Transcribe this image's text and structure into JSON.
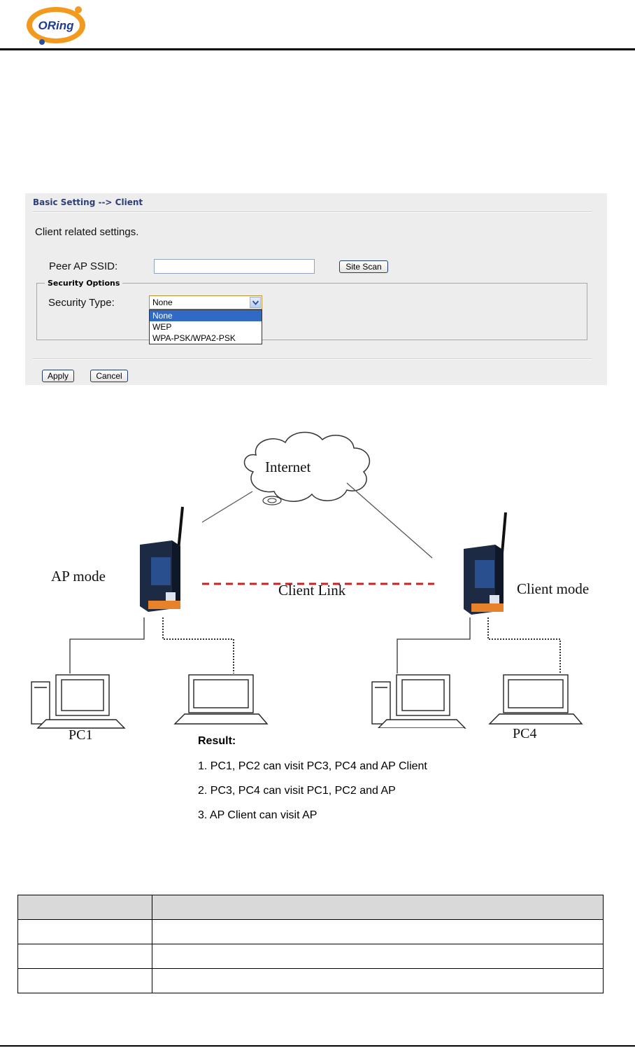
{
  "brand": {
    "logo_text": "ORing"
  },
  "panel": {
    "breadcrumb": "Basic Setting --> Client",
    "description": "Client related settings.",
    "ssid_label": "Peer AP SSID:",
    "ssid_value": "",
    "site_scan_label": "Site Scan",
    "security_legend": "Security Options",
    "security_type_label": "Security Type:",
    "security_selected": "None",
    "security_options": [
      "None",
      "WEP",
      "WPA-PSK/WPA2-PSK"
    ],
    "apply_label": "Apply",
    "cancel_label": "Cancel"
  },
  "diagram": {
    "internet_label": "Internet",
    "ap_mode_label": "AP mode",
    "client_link_label": "Client Link",
    "client_mode_label": "Client mode",
    "pc1_label": "PC1",
    "pc4_label": "PC4",
    "line_color": "#888888",
    "link_color": "#cc2222"
  },
  "result": {
    "title": "Result:",
    "lines": [
      "1. PC1, PC2 can visit PC3, PC4 and AP Client",
      "2. PC3, PC4 can visit PC1, PC2 and AP",
      "3. AP Client can visit AP"
    ]
  },
  "table": {
    "rows": [
      [
        "",
        ""
      ],
      [
        "",
        ""
      ],
      [
        "",
        ""
      ]
    ]
  }
}
